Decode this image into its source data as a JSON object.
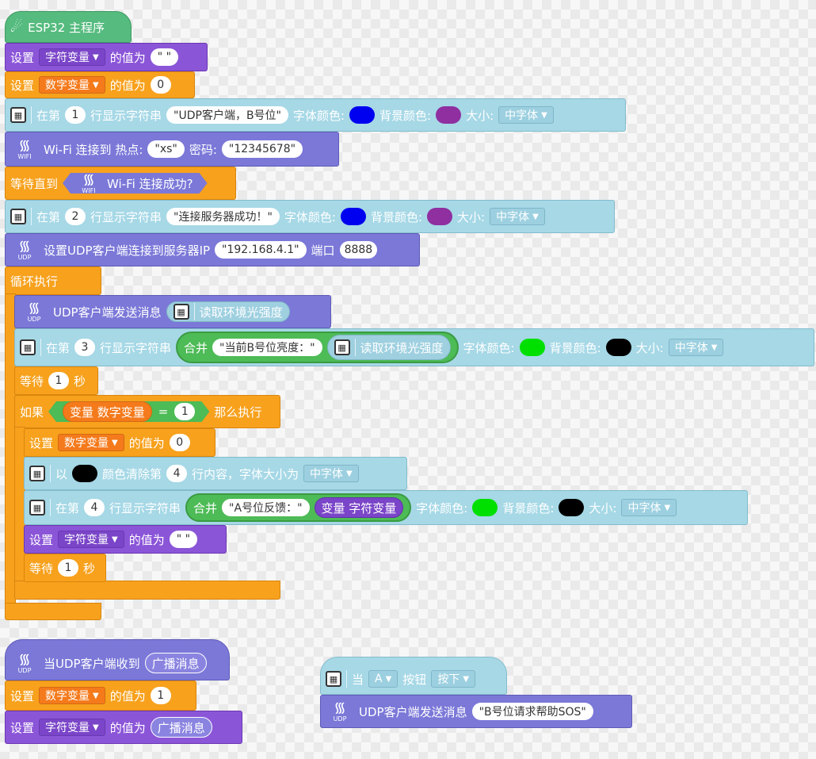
{
  "main": {
    "hat_label": "ESP32 主程序",
    "set1": {
      "set": "设置",
      "var": "字符变量",
      "value_of": "的值为",
      "value": "\" \""
    },
    "set2": {
      "set": "设置",
      "var": "数字变量",
      "value_of": "的值为",
      "value": "0"
    },
    "disp1": {
      "at": "在第",
      "row": "1",
      "show": "行显示字符串",
      "text": "\"UDP客户端，B号位\"",
      "font_color": "字体颜色:",
      "bg_color": "背景颜色:",
      "size": "大小:",
      "size_val": "中字体",
      "fg": "#0000f0",
      "bg": "#8f2fa0"
    },
    "wifi_conn": {
      "label": "Wi-Fi 连接到 热点:",
      "ssid": "\"xs\"",
      "pwd_label": "密码:",
      "pwd": "\"12345678\"",
      "icon_label": "WIFI"
    },
    "wait_until": {
      "label": "等待直到",
      "cond": "Wi-Fi 连接成功?",
      "icon_label": "WIFI"
    },
    "disp2": {
      "at": "在第",
      "row": "2",
      "show": "行显示字符串",
      "text": "\"连接服务器成功！\"",
      "font_color": "字体颜色:",
      "bg_color": "背景颜色:",
      "size": "大小:",
      "size_val": "中字体",
      "fg": "#0000f0",
      "bg": "#8f2fa0"
    },
    "udp_setup": {
      "label": "设置UDP客户端连接到服务器IP",
      "ip": "\"192.168.4.1\"",
      "port_label": "端口",
      "port": "8888",
      "icon_label": "UDP"
    },
    "loop_label": "循环执行",
    "udp_send": {
      "label": "UDP客户端发送消息",
      "reporter": "读取环境光强度",
      "icon_label": "UDP"
    },
    "disp3": {
      "at": "在第",
      "row": "3",
      "show": "行显示字符串",
      "join": "合并",
      "text": "\"当前B号位亮度：\"",
      "reporter": "读取环境光强度",
      "font_color": "字体颜色:",
      "bg_color": "背景颜色:",
      "size": "大小:",
      "size_val": "中字体",
      "fg": "#00e000",
      "bg": "#000000"
    },
    "wait1": {
      "label": "等待",
      "n": "1",
      "unit": "秒"
    },
    "if_block": {
      "if": "如果",
      "var": "变量 数字变量",
      "eq": "=",
      "val": "1",
      "then": "那么执行"
    },
    "set3": {
      "set": "设置",
      "var": "数字变量",
      "value_of": "的值为",
      "value": "0"
    },
    "clear": {
      "with": "以",
      "color_clear": "颜色清除第",
      "row": "4",
      "rest": "行内容，字体大小为",
      "size_val": "中字体",
      "color": "#000000"
    },
    "disp4": {
      "at": "在第",
      "row": "4",
      "show": "行显示字符串",
      "join": "合并",
      "text": "\"A号位反馈：\"",
      "var": "变量 字符变量",
      "font_color": "字体颜色:",
      "bg_color": "背景颜色:",
      "size": "大小:",
      "size_val": "中字体",
      "fg": "#00e000",
      "bg": "#000000"
    },
    "set4": {
      "set": "设置",
      "var": "字符变量",
      "value_of": "的值为",
      "value": "\" \""
    },
    "wait2": {
      "label": "等待",
      "n": "1",
      "unit": "秒"
    }
  },
  "udp_event": {
    "hat_label": "当UDP客户端收到",
    "reporter": "广播消息",
    "icon_label": "UDP",
    "set1": {
      "set": "设置",
      "var": "数字变量",
      "value_of": "的值为",
      "value": "1"
    },
    "set2": {
      "set": "设置",
      "var": "字符变量",
      "value_of": "的值为",
      "value": "广播消息"
    }
  },
  "button_event": {
    "when": "当",
    "button": "A",
    "btn_label": "按钮",
    "action": "按下",
    "send": {
      "label": "UDP客户端发送消息",
      "text": "\"B号位请求帮助SOS\"",
      "icon_label": "UDP"
    }
  }
}
